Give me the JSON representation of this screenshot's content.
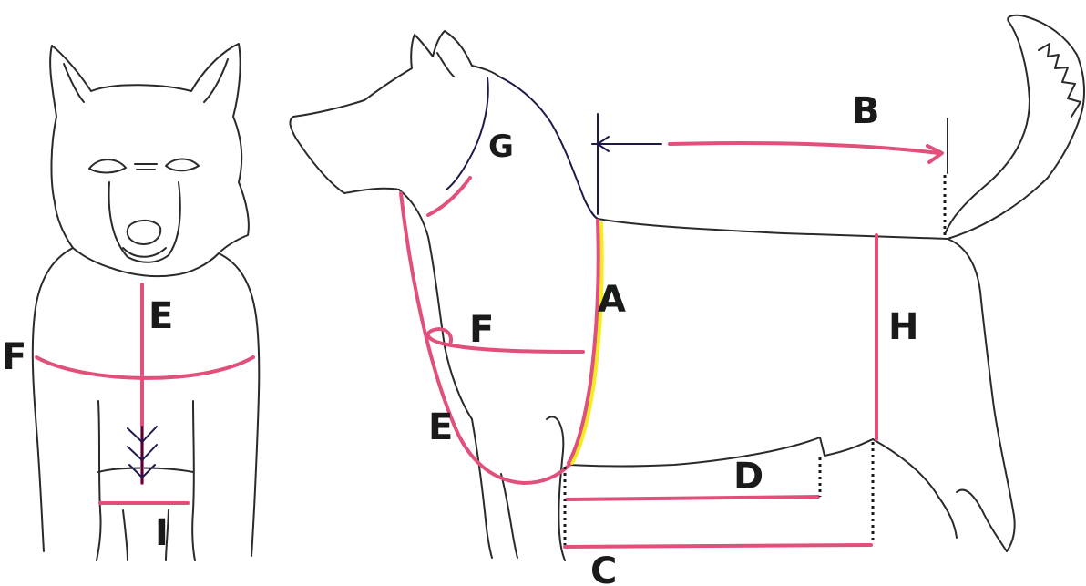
{
  "labels": {
    "front_E": "E",
    "front_F": "F",
    "front_I": "I",
    "side_G": "G",
    "side_B": "B",
    "side_A": "A",
    "side_F": "F",
    "side_H": "H",
    "side_E": "E",
    "side_D": "D",
    "side_C": "C"
  },
  "colors": {
    "measure_line": "#e0507a",
    "highlight": "#f2ee20",
    "outline": "#2a2a2a",
    "ink": "#1d1a4a"
  }
}
